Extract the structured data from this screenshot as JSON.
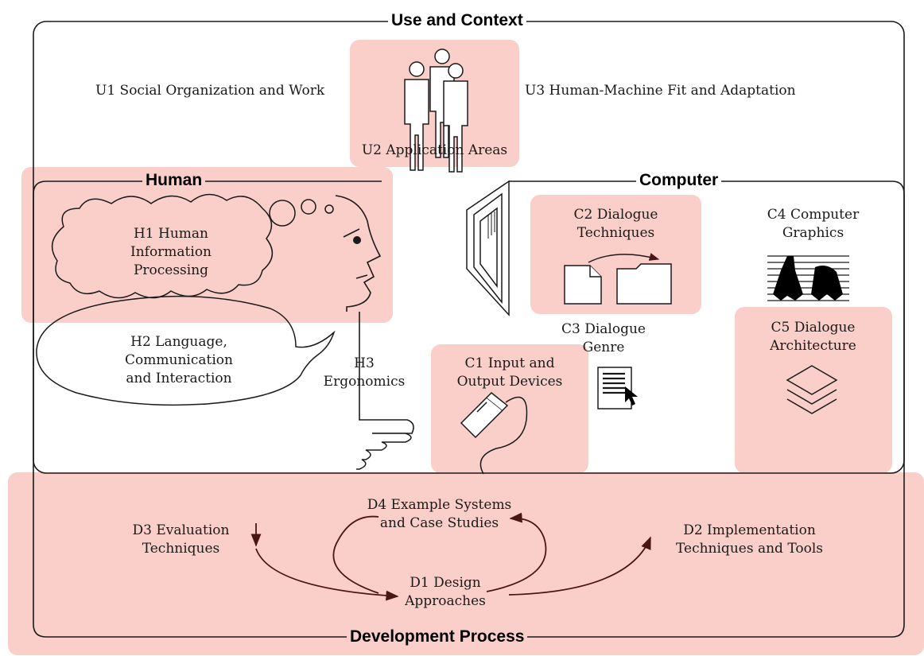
{
  "sections": {
    "use_context": "Use and Context",
    "human": "Human",
    "computer": "Computer",
    "development": "Development Process"
  },
  "use": {
    "u1": "U1 Social Organization and Work",
    "u2": "U2 Application Areas",
    "u3": "U3 Human-Machine Fit and Adaptation"
  },
  "human": {
    "h1": [
      "H1 Human",
      "Information",
      "Processing"
    ],
    "h2": [
      "H2 Language,",
      "Communication",
      "and Interaction"
    ],
    "h3": [
      "H3",
      "Ergonomics"
    ]
  },
  "computer": {
    "c1": [
      "C1 Input and",
      "Output Devices"
    ],
    "c2": [
      "C2 Dialogue",
      "Techniques"
    ],
    "c3": [
      "C3 Dialogue",
      "Genre"
    ],
    "c4": [
      "C4 Computer",
      "Graphics"
    ],
    "c5": [
      "C5 Dialogue",
      "Architecture"
    ]
  },
  "development": {
    "d1": [
      "D1 Design",
      "Approaches"
    ],
    "d2": [
      "D2 Implementation",
      "Techniques and Tools"
    ],
    "d3": [
      "D3 Evaluation",
      "Techniques"
    ],
    "d4": [
      "D4 Example Systems",
      "and Case Studies"
    ]
  },
  "colors": {
    "highlight": "#fbcfc9",
    "line": "#1a1a1a",
    "arrow": "#4a1515"
  }
}
